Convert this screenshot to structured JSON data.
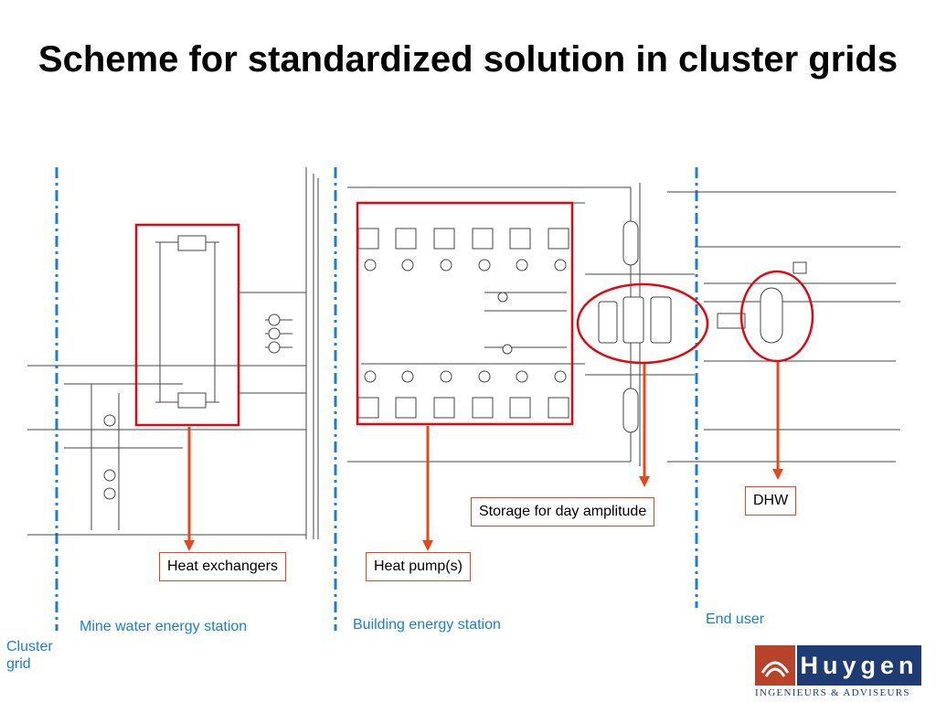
{
  "slide": {
    "title": "Scheme for standardized solution in cluster grids"
  },
  "callouts": {
    "heat_exchangers": "Heat  exchangers",
    "heat_pumps": "Heat pump(s)",
    "storage": "Storage for day amplitude",
    "dhw": "DHW"
  },
  "zones": {
    "cluster_grid": "Cluster grid",
    "mine_water": "Mine water energy station",
    "building": "Building energy station",
    "end_user": "End user"
  },
  "logo": {
    "name": "Huygen",
    "tagline": "INGENIEURS & ADVISEURS"
  },
  "colors": {
    "callout_red": "#e8471c",
    "highlight_red": "#e30613",
    "zone_blue": "#1b7fd1",
    "logo_navy": "#1f3b73",
    "logo_brick": "#b8422a"
  }
}
